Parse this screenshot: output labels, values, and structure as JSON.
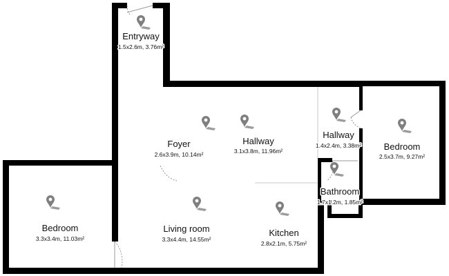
{
  "rooms": [
    {
      "name": "Entryway",
      "dims": "1.5x2.6m, 3.76m²"
    },
    {
      "name": "Foyer",
      "dims": "2.6x3.9m, 10.14m²"
    },
    {
      "name": "Hallway",
      "dims": "3.1x3.8m, 11.96m²"
    },
    {
      "name": "Hallway",
      "dims": "1.4x2.4m, 3.38m²"
    },
    {
      "name": "Bedroom",
      "dims": "2.5x3.7m, 9.27m²"
    },
    {
      "name": "Bathroom",
      "dims": "1.7x1.2m, 1.85m²"
    },
    {
      "name": "Bedroom",
      "dims": "3.3x3.4m, 11.03m²"
    },
    {
      "name": "Living room",
      "dims": "3.3x4.4m, 14.55m²"
    },
    {
      "name": "Kitchen",
      "dims": "2.8x2.1m, 5.75m²"
    }
  ],
  "icons": {
    "room_marker": "map-pin-icon"
  },
  "colors": {
    "wall": "#000000",
    "marker": "#7f7f7f",
    "background": "#ffffff"
  }
}
